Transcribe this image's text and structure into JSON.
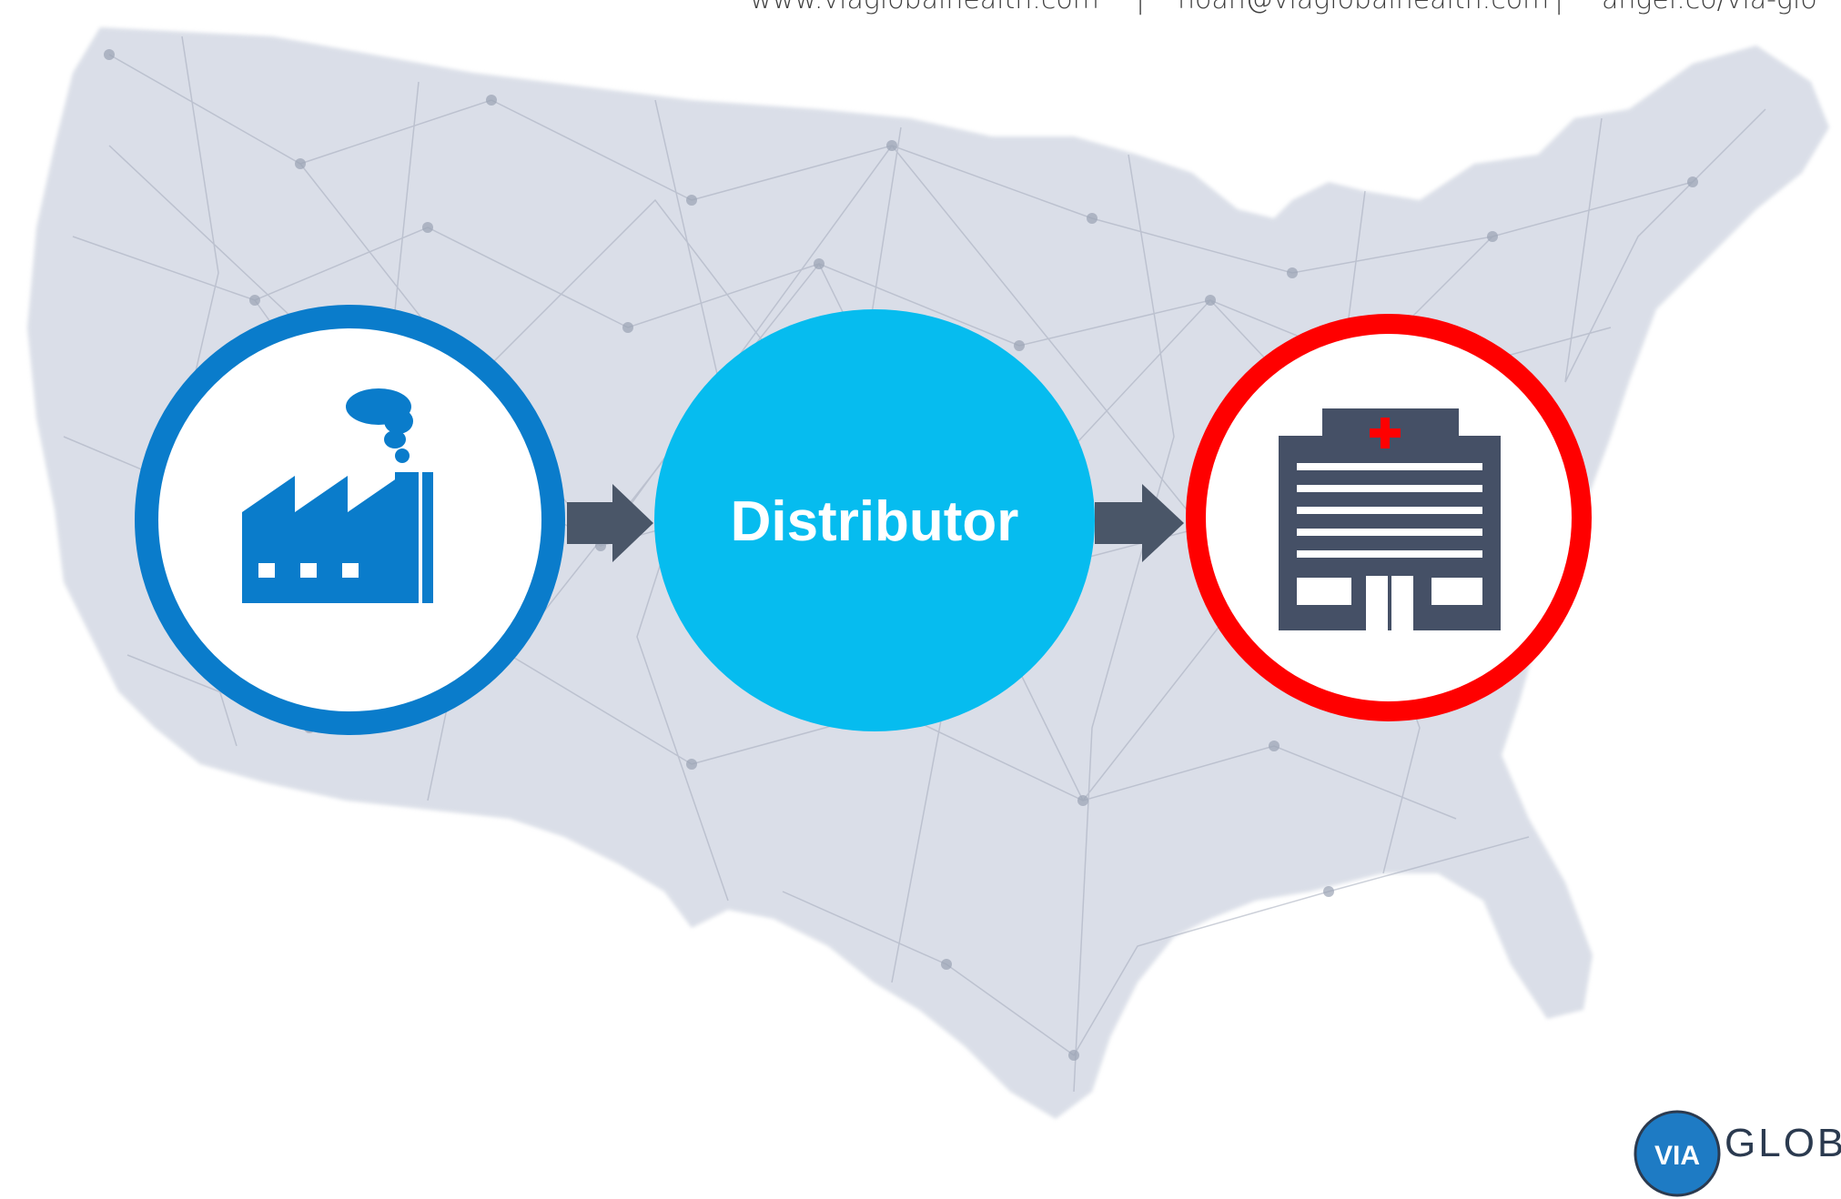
{
  "header": {
    "website": "www.viaglobalhealth.com",
    "separator_1": "|",
    "email": "noah@viaglobalhealth.com",
    "separator_2": "|",
    "angel": "angel.co/via-glo"
  },
  "flow": {
    "nodes": [
      {
        "id": "manufacturer",
        "icon": "factory-icon",
        "ring_color": "#0a7ccb"
      },
      {
        "id": "distributor",
        "label": "Distributor",
        "fill_color": "#06bcef"
      },
      {
        "id": "hospital",
        "icon": "hospital-icon",
        "ring_color": "#ff0000"
      }
    ],
    "arrow_color": "#4a5668"
  },
  "background": {
    "image": "us-map-network",
    "color": "#d4d9e4"
  },
  "logo": {
    "mark": "VIA",
    "text": "GLOBAL"
  }
}
